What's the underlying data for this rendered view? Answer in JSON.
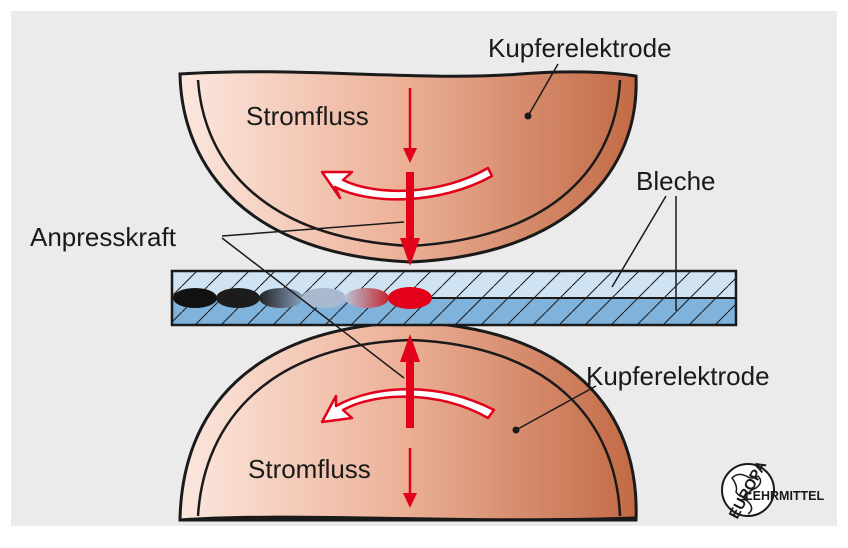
{
  "labels": {
    "upper_electrode": "Kupferelektrode",
    "lower_electrode": "Kupferelektrode",
    "sheets": "Bleche",
    "force": "Anpresskraft",
    "current_top": "Stromfluss",
    "current_bottom": "Stromfluss"
  },
  "logo": {
    "top_text": "EUROPA",
    "bottom_text": "LEHRMITTEL"
  },
  "colors": {
    "background_panel": "#ebebeb",
    "electrode_light": "#fbe7de",
    "electrode_dark": "#c26a45",
    "sheet_upper": "#cfe3f3",
    "sheet_lower": "#7fb3dc",
    "arrow_red": "#e2001a",
    "weld_nugget_hot": "#e2001a",
    "weld_nugget_cold": "#111111"
  },
  "icons": {
    "logo": "europa-lehrmittel-globe-logo"
  }
}
